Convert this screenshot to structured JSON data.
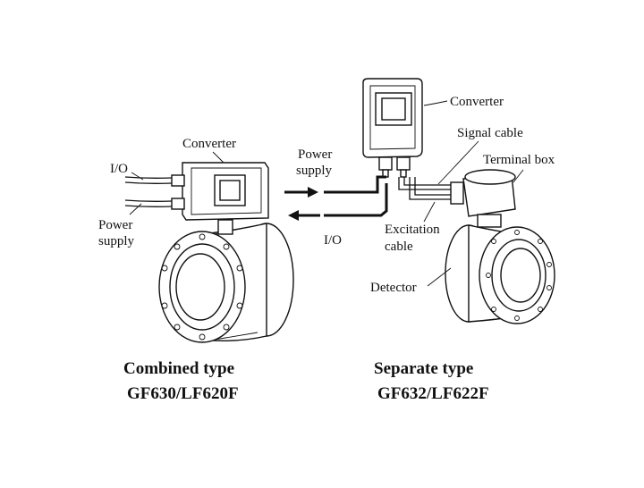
{
  "combined": {
    "labels": {
      "converter": "Converter",
      "io": "I/O",
      "power_line1": "Power",
      "power_line2": "supply"
    },
    "caption_line1": "Combined type",
    "caption_line2": "GF630/LF620F"
  },
  "arrows": {
    "power_line1": "Power",
    "power_line2": "supply",
    "io": "I/O"
  },
  "separate": {
    "labels": {
      "converter": "Converter",
      "signal_cable": "Signal cable",
      "terminal_box": "Terminal box",
      "excitation_line1": "Excitation",
      "excitation_line2": "cable",
      "detector": "Detector"
    },
    "caption_line1": "Separate type",
    "caption_line2": "GF632/LF622F"
  }
}
